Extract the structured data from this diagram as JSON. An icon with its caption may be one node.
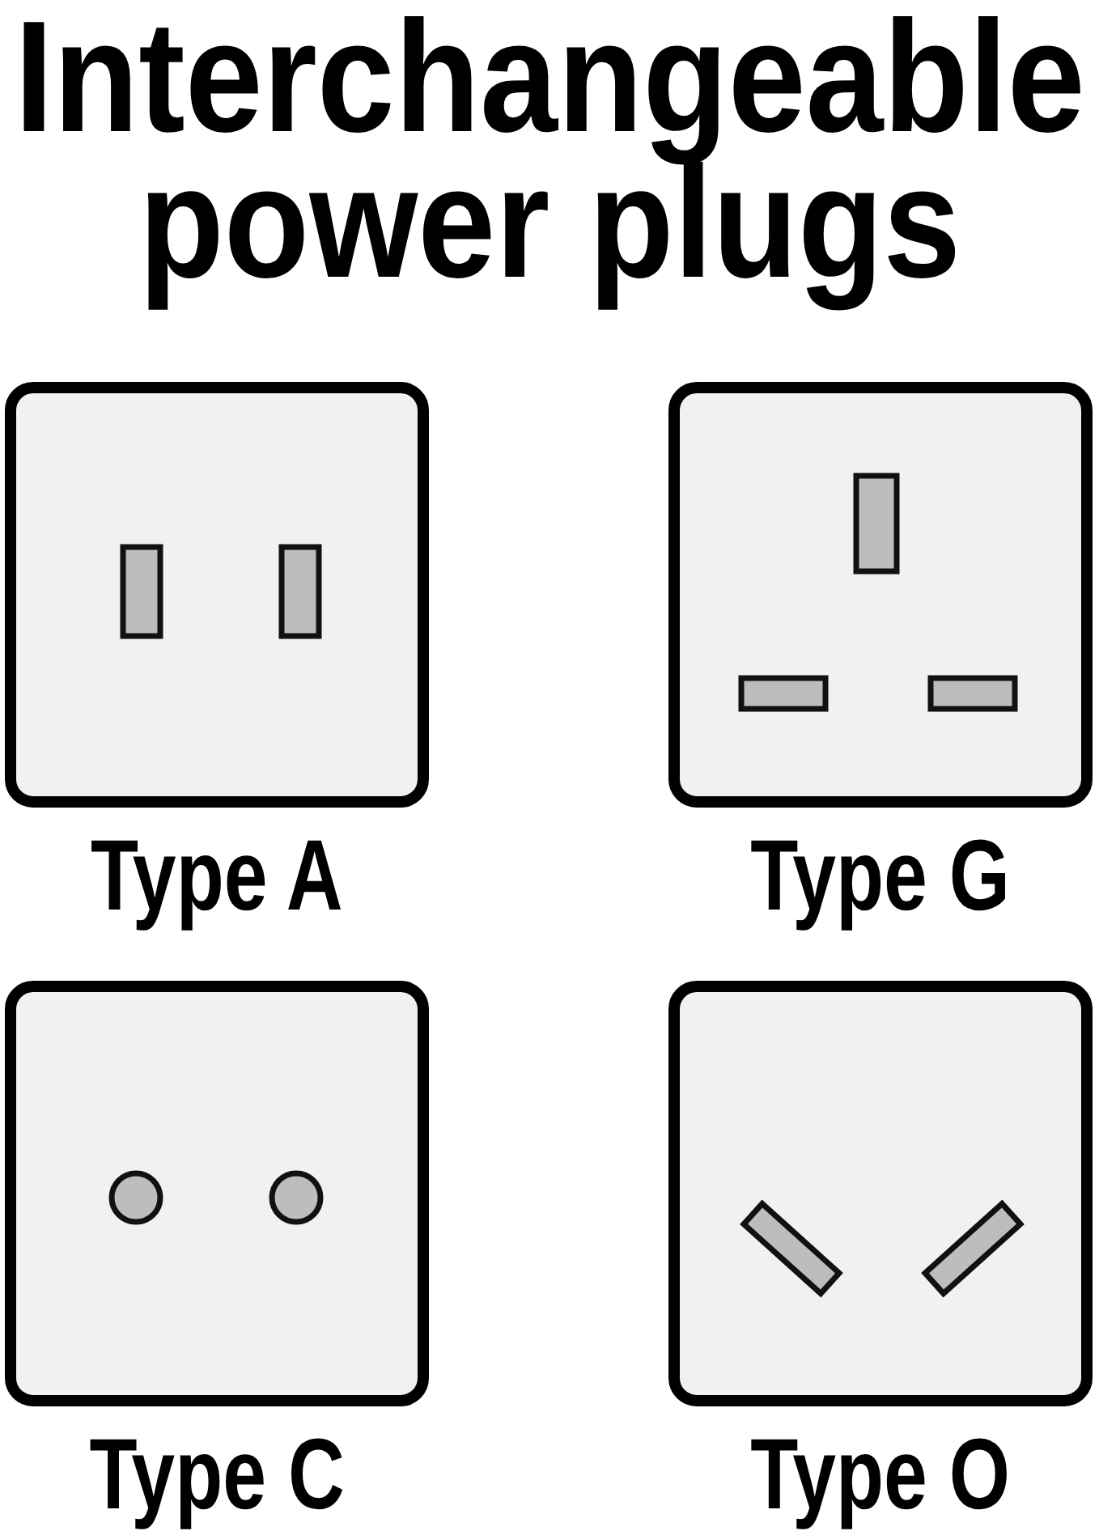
{
  "diagram": {
    "title": "Interchangeable power plugs",
    "nodes": [
      {
        "text": [
          "Type A"
        ]
      },
      {
        "text": [
          "Type G"
        ]
      },
      {
        "text": [
          "Type C"
        ]
      },
      {
        "text": [
          "Type O"
        ]
      }
    ]
  }
}
